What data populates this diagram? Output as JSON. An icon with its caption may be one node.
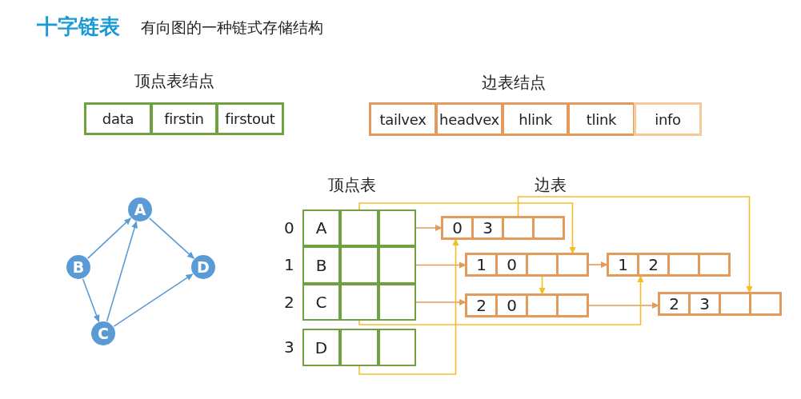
{
  "diagram": {
    "title": "十字链表",
    "nodes": [
      {
        "text": [
          "data"
        ]
      },
      {
        "text": [
          "firstin"
        ]
      },
      {
        "text": [
          "firstout"
        ]
      },
      {
        "text": [
          "tailvex"
        ]
      },
      {
        "text": [
          "headvex"
        ]
      },
      {
        "text": [
          "hlink"
        ]
      },
      {
        "text": [
          "tlink"
        ]
      },
      {
        "text": [
          "info"
        ]
      },
      {
        "text": [
          "A"
        ]
      },
      {
        "text": [
          "B"
        ]
      },
      {
        "text": [
          "C"
        ]
      },
      {
        "text": [
          "D"
        ]
      },
      {
        "text": [
          "A"
        ]
      },
      {
        "text": [],
        "shape": "box"
      },
      {
        "text": [],
        "shape": "box"
      },
      {
        "text": [
          "B"
        ]
      },
      {
        "text": [],
        "shape": "box"
      },
      {
        "text": [],
        "shape": "box"
      },
      {
        "text": [
          "C"
        ]
      },
      {
        "text": [],
        "shape": "box"
      },
      {
        "text": [],
        "shape": "box"
      },
      {
        "text": [
          "D"
        ]
      },
      {
        "text": [],
        "shape": "box"
      },
      {
        "text": [],
        "shape": "box"
      },
      {
        "text": [
          "0"
        ]
      },
      {
        "text": [
          "3"
        ]
      },
      {
        "text": [],
        "shape": "box"
      },
      {
        "text": [],
        "shape": "box"
      },
      {
        "text": [
          "1"
        ]
      },
      {
        "text": [
          "0"
        ]
      },
      {
        "text": [],
        "shape": "box"
      },
      {
        "text": [],
        "shape": "box"
      },
      {
        "text": [
          "1"
        ]
      },
      {
        "text": [
          "2"
        ]
      },
      {
        "text": [],
        "shape": "box"
      },
      {
        "text": [],
        "shape": "box"
      },
      {
        "text": [
          "2"
        ]
      },
      {
        "text": [
          "0"
        ]
      },
      {
        "text": [],
        "shape": "box"
      },
      {
        "text": [],
        "shape": "box"
      },
      {
        "text": [
          "2"
        ]
      },
      {
        "text": [
          "3"
        ]
      },
      {
        "text": [],
        "shape": "box"
      },
      {
        "text": [],
        "shape": "box"
      }
    ],
    "edges": [
      {
        "from": 9,
        "to": 8,
        "arrow": "to",
        "color": "#5b9bd5"
      },
      {
        "from": 10,
        "to": 8,
        "arrow": "to",
        "color": "#5b9bd5"
      },
      {
        "from": 8,
        "to": 11,
        "arrow": "to",
        "color": "#5b9bd5"
      },
      {
        "from": 9,
        "to": 10,
        "arrow": "to",
        "color": "#5b9bd5"
      },
      {
        "from": 10,
        "to": 11,
        "arrow": "to",
        "color": "#5b9bd5"
      },
      {
        "from": 14,
        "to": 24,
        "arrow": "to",
        "color": "#e39a5a"
      },
      {
        "from": 17,
        "to": 28,
        "arrow": "to",
        "color": "#e39a5a"
      },
      {
        "from": 20,
        "to": 36,
        "arrow": "to",
        "color": "#e39a5a"
      },
      {
        "from": 31,
        "to": 32,
        "arrow": "to",
        "color": "#e39a5a"
      },
      {
        "from": 39,
        "to": 40,
        "arrow": "to",
        "color": "#e39a5a"
      },
      {
        "from": 13,
        "to": 31,
        "arrow": "to",
        "color": "#f2bf2a"
      },
      {
        "from": 19,
        "to": 33,
        "arrow": "to",
        "color": "#f2bf2a"
      },
      {
        "from": 22,
        "to": 24,
        "arrow": "to",
        "color": "#f2bf2a"
      },
      {
        "from": 26,
        "to": 43,
        "arrow": "to",
        "color": "#f2bf2a"
      },
      {
        "from": 30,
        "to": 38,
        "arrow": "to",
        "color": "#f2bf2a"
      }
    ],
    "labels": [
      "有向图的一种链式存储结构",
      "顶点表结点",
      "边表结点",
      "顶点表",
      "边表",
      "0",
      "1",
      "2",
      "3"
    ]
  }
}
